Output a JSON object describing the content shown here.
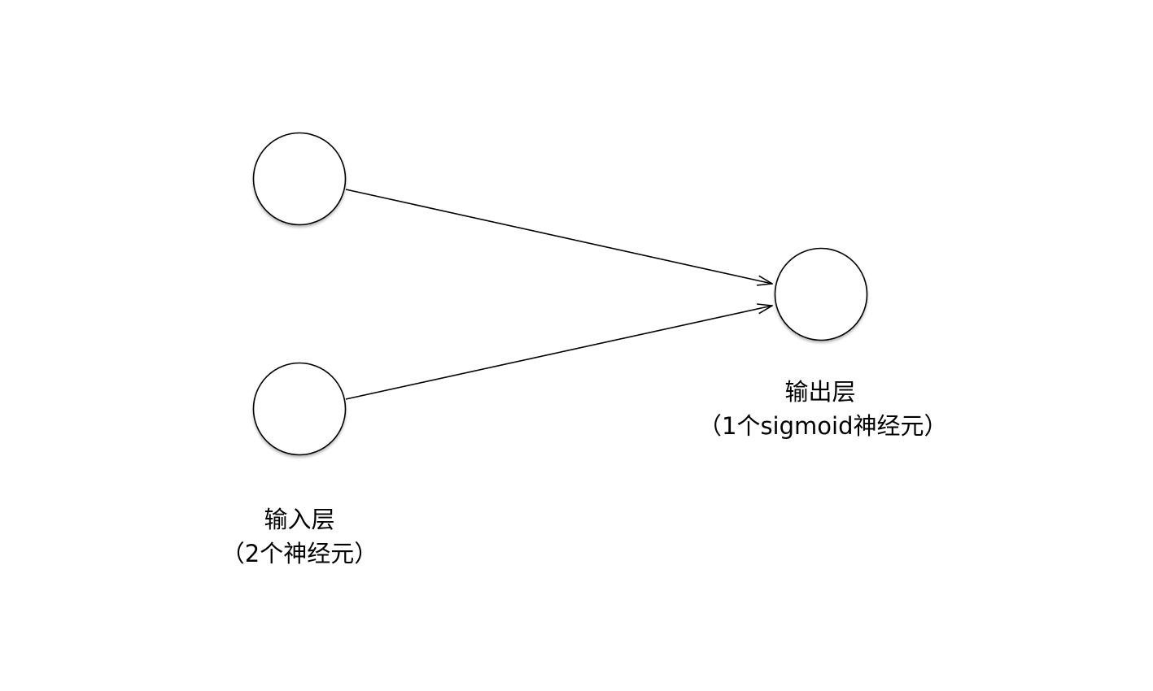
{
  "input_layer": {
    "title": "输入层",
    "subtitle": "（2个神经元）"
  },
  "output_layer": {
    "title": "输出层",
    "subtitle": "（1个sigmoid神经元）"
  },
  "colors": {
    "stroke": "#000000",
    "node_fill": "#ffffff",
    "shadow": "#bbbbbb"
  }
}
